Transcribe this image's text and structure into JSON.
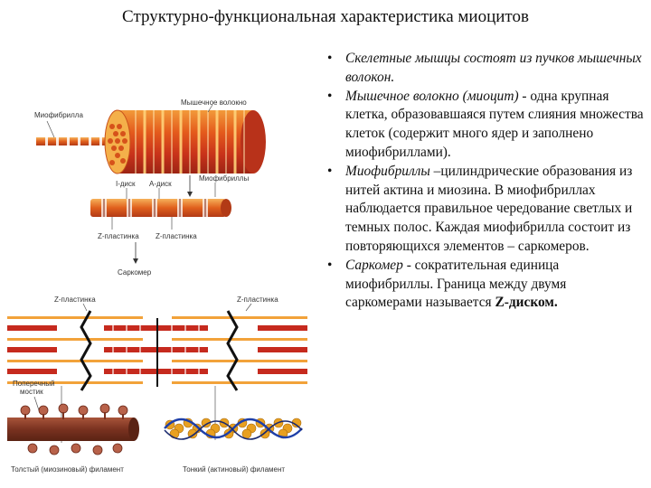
{
  "title": "Структурно-функциональная характеристика миоцитов",
  "figure": {
    "label_myofibril": "Миофибрилла",
    "label_muscle_fiber": "Мышечное волокно",
    "label_i_disk": "I-диск",
    "label_a_disk": "A-диск",
    "label_myofibrils": "Миофибриллы",
    "label_z_plate_1": "Z-пластинка",
    "label_z_plate_2": "Z-пластинка",
    "label_sarcomere": "Саркомер",
    "label_z_plate_3": "Z-пластинка",
    "label_z_plate_4": "Z-пластинка",
    "label_cross_bridge_1": "Поперечный",
    "label_cross_bridge_2": "мостик",
    "label_thick_filament": "Толстый (миозиновый) филамент",
    "label_thin_filament": "Тонкий (актиновый) филамент"
  },
  "bullets": [
    {
      "lead": "Скелетные мышцы состоят из пучков мышечных волокон.",
      "text": "",
      "tail": ""
    },
    {
      "lead": "Мышечное волокно (миоцит)",
      "text": " - одна крупная клетка, образовавшаяся путем слияния множества клеток (содержит много ядер и заполнено миофибриллами).",
      "tail": ""
    },
    {
      "lead": "Миофибриллы",
      "text": " –цилиндрические образования из нитей актина и миозина. В миофибриллах наблюдается правильное чередование светлых и темных полос. Каждая миофибрилла состоит из повторяющихся элементов – саркомеров.",
      "tail": ""
    },
    {
      "lead": "Саркомер",
      "text": " - сократительная единица миофибриллы. Граница между двумя саркомерами называется ",
      "tail": "Z-диском."
    }
  ]
}
